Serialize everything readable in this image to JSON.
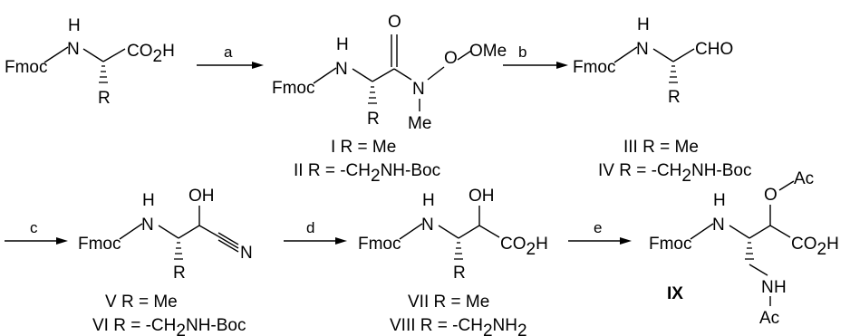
{
  "reagents": {
    "a": "a",
    "b": "b",
    "c": "c",
    "d": "d",
    "e": "e"
  },
  "atoms": {
    "fmoc": "Fmoc",
    "n": "N",
    "h": "H",
    "r": "R",
    "o": "O",
    "ome": "OMe",
    "me": "Me",
    "co": "CO",
    "two": "2",
    "h_suffix": "H",
    "cho": "CHO",
    "oh": "OH",
    "nitrile_n": "N",
    "ac": "Ac"
  },
  "compounds": {
    "I": {
      "id": "I",
      "r": " R = Me"
    },
    "II": {
      "id": "II",
      "r_pre": " R = -CH",
      "r_sub": "2",
      "r_post": "NH-Boc"
    },
    "III": {
      "id": "III",
      "r": " R = Me"
    },
    "IV": {
      "id": "IV",
      "r_pre": " R = -CH",
      "r_sub": "2",
      "r_post": "NH-Boc"
    },
    "V": {
      "id": "V",
      "r": " R = Me"
    },
    "VI": {
      "id": "VI",
      "r_pre": " R = -CH",
      "r_sub": "2",
      "r_post": "NH-Boc"
    },
    "VII": {
      "id": "VII",
      "r": " R = Me"
    },
    "VIII": {
      "id": "VIII",
      "r_pre": " R = -CH",
      "r_sub": "2",
      "r_mid": "NH",
      "r_sub2": "2"
    },
    "IX": {
      "id": "IX"
    }
  }
}
